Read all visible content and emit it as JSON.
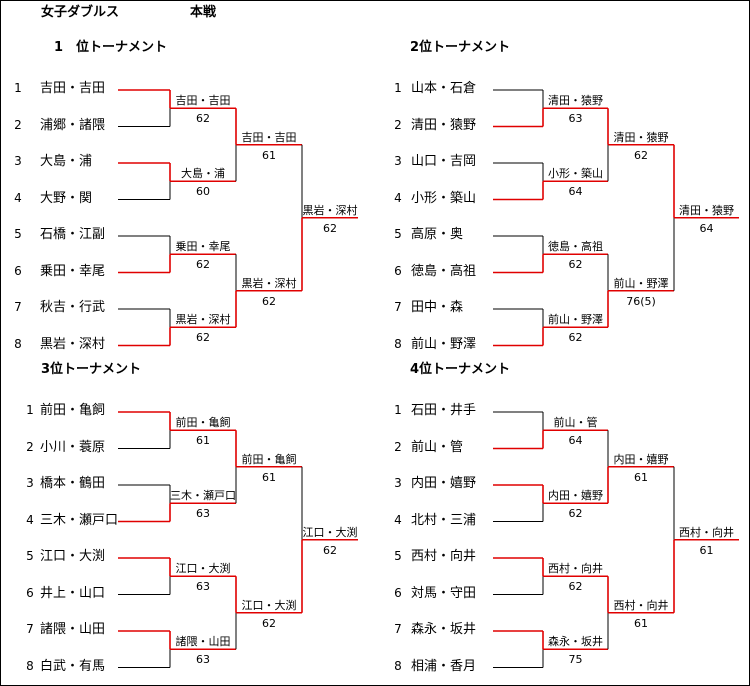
{
  "page": {
    "title": "女子ダブルス",
    "subtitle": "本戦"
  },
  "colors": {
    "winner_path": "#e00000",
    "line": "#000000"
  },
  "brackets": [
    {
      "title": "1　位トーナメント",
      "entries": [
        {
          "seed": "1",
          "name": "吉田・吉田",
          "win": true
        },
        {
          "seed": "2",
          "name": "浦郷・諸隈",
          "win": false
        },
        {
          "seed": "3",
          "name": "大島・浦",
          "win": true
        },
        {
          "seed": "4",
          "name": "大野・関",
          "win": false
        },
        {
          "seed": "5",
          "name": "石橋・江副",
          "win": false
        },
        {
          "seed": "6",
          "name": "乗田・幸尾",
          "win": true
        },
        {
          "seed": "7",
          "name": "秋吉・行武",
          "win": false
        },
        {
          "seed": "8",
          "name": "黒岩・深村",
          "win": true
        }
      ],
      "round1": [
        {
          "winner": "吉田・吉田",
          "score": "62"
        },
        {
          "winner": "大島・浦",
          "score": "60"
        },
        {
          "winner": "乗田・幸尾",
          "score": "62"
        },
        {
          "winner": "黒岩・深村",
          "score": "62"
        }
      ],
      "round2": [
        {
          "winner": "吉田・吉田",
          "score": "61",
          "top_won": true
        },
        {
          "winner": "黒岩・深村",
          "score": "62",
          "top_won": false
        }
      ],
      "final": {
        "winner": "黒岩・深村",
        "score": "62",
        "top_won": false
      }
    },
    {
      "title": "2位トーナメント",
      "entries": [
        {
          "seed": "1",
          "name": "山本・石倉",
          "win": false
        },
        {
          "seed": "2",
          "name": "清田・猿野",
          "win": true
        },
        {
          "seed": "3",
          "name": "山口・吉岡",
          "win": false
        },
        {
          "seed": "4",
          "name": "小形・築山",
          "win": true
        },
        {
          "seed": "5",
          "name": "高原・奥",
          "win": false
        },
        {
          "seed": "6",
          "name": "徳島・高祖",
          "win": true
        },
        {
          "seed": "7",
          "name": "田中・森",
          "win": false
        },
        {
          "seed": "8",
          "name": "前山・野澤",
          "win": true
        }
      ],
      "round1": [
        {
          "winner": "清田・猿野",
          "score": "63"
        },
        {
          "winner": "小形・築山",
          "score": "64"
        },
        {
          "winner": "徳島・高祖",
          "score": "62"
        },
        {
          "winner": "前山・野澤",
          "score": "62"
        }
      ],
      "round2": [
        {
          "winner": "清田・猿野",
          "score": "62",
          "top_won": true
        },
        {
          "winner": "前山・野澤",
          "score": "76(5)",
          "top_won": false
        }
      ],
      "final": {
        "winner": "清田・猿野",
        "score": "64",
        "top_won": true
      }
    },
    {
      "title": "3位トーナメント",
      "entries": [
        {
          "seed": "1",
          "name": "前田・亀飼",
          "win": true
        },
        {
          "seed": "2",
          "name": "小川・蓑原",
          "win": false
        },
        {
          "seed": "3",
          "name": "橋本・鶴田",
          "win": false
        },
        {
          "seed": "4",
          "name": "三木・瀬戸口",
          "win": true
        },
        {
          "seed": "5",
          "name": "江口・大渕",
          "win": true
        },
        {
          "seed": "6",
          "name": "井上・山口",
          "win": false
        },
        {
          "seed": "7",
          "name": "諸隈・山田",
          "win": true
        },
        {
          "seed": "8",
          "name": "白武・有馬",
          "win": false
        }
      ],
      "round1": [
        {
          "winner": "前田・亀飼",
          "score": "61"
        },
        {
          "winner": "三木・瀬戸口",
          "score": "63"
        },
        {
          "winner": "江口・大渕",
          "score": "63"
        },
        {
          "winner": "諸隈・山田",
          "score": "63"
        }
      ],
      "round2": [
        {
          "winner": "前田・亀飼",
          "score": "61",
          "top_won": true
        },
        {
          "winner": "江口・大渕",
          "score": "62",
          "top_won": true
        }
      ],
      "final": {
        "winner": "江口・大渕",
        "score": "62",
        "top_won": false
      }
    },
    {
      "title": "4位トーナメント",
      "entries": [
        {
          "seed": "1",
          "name": "石田・井手",
          "win": false
        },
        {
          "seed": "2",
          "name": "前山・管",
          "win": true
        },
        {
          "seed": "3",
          "name": "内田・嬉野",
          "win": true
        },
        {
          "seed": "4",
          "name": "北村・三浦",
          "win": false
        },
        {
          "seed": "5",
          "name": "西村・向井",
          "win": true
        },
        {
          "seed": "6",
          "name": "対馬・守田",
          "win": false
        },
        {
          "seed": "7",
          "name": "森永・坂井",
          "win": true
        },
        {
          "seed": "8",
          "name": "相浦・香月",
          "win": false
        }
      ],
      "round1": [
        {
          "winner": "前山・管",
          "score": "64"
        },
        {
          "winner": "内田・嬉野",
          "score": "62"
        },
        {
          "winner": "西村・向井",
          "score": "62"
        },
        {
          "winner": "森永・坂井",
          "score": "75"
        }
      ],
      "round2": [
        {
          "winner": "内田・嬉野",
          "score": "61",
          "top_won": false
        },
        {
          "winner": "西村・向井",
          "score": "61",
          "top_won": true
        }
      ],
      "final": {
        "winner": "西村・向井",
        "score": "61",
        "top_won": false
      }
    }
  ]
}
